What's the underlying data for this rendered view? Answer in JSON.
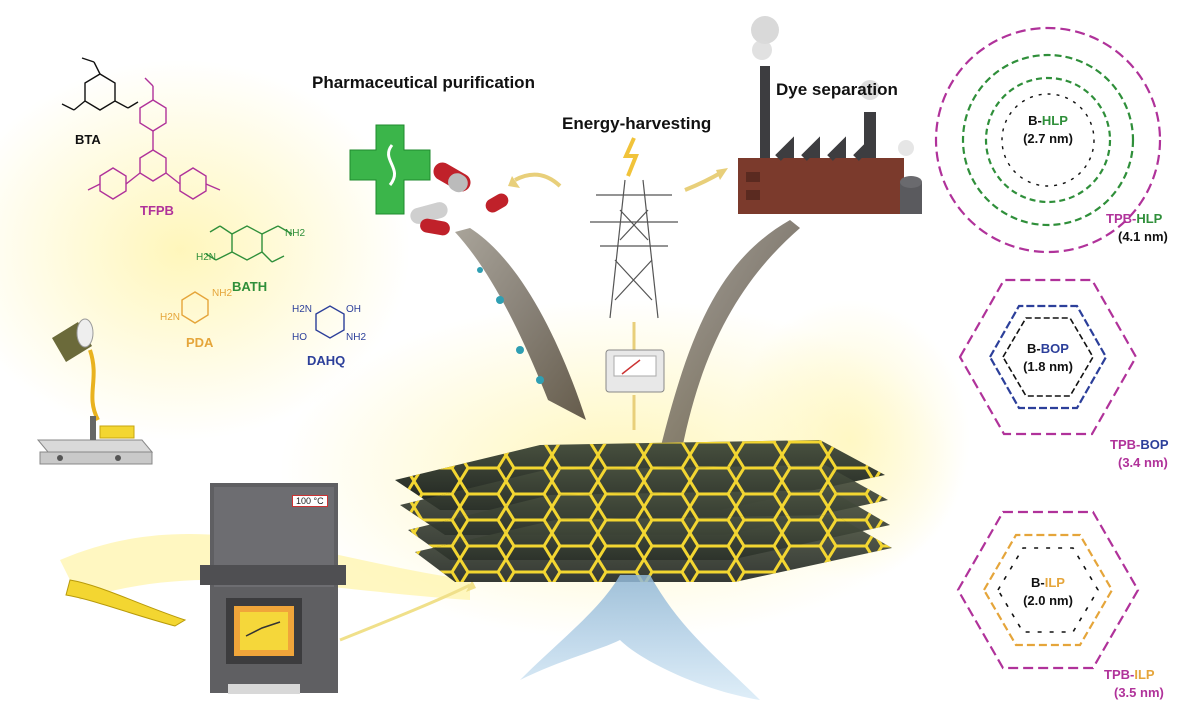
{
  "labels": {
    "pharma": "Pharmaceutical purification",
    "energy": "Energy-harvesting",
    "dye": "Dye separation"
  },
  "monomers": {
    "bta": "BTA",
    "tfpb": "TFPB",
    "bath": "BATH",
    "pda": "PDA",
    "dahq": "DAHQ",
    "nh2": "NH2",
    "h2n": "H2N",
    "oh": "OH",
    "ho": "HO"
  },
  "oven": {
    "temp": "100 °C"
  },
  "pores": {
    "hlp": {
      "inner_prefix": "B-",
      "inner_suffix": "HLP",
      "inner_size": "(2.7 nm)",
      "outer_prefix": "TPB-",
      "outer_suffix": "HLP",
      "outer_size": "(4.1 nm)"
    },
    "bop": {
      "inner_prefix": "B-",
      "inner_suffix": "BOP",
      "inner_size": "(1.8 nm)",
      "outer_prefix": "TPB-",
      "outer_suffix": "BOP",
      "outer_size": "(3.4 nm)"
    },
    "ilp": {
      "inner_prefix": "B-",
      "inner_suffix": "ILP",
      "inner_size": "(2.0 nm)",
      "outer_prefix": "TPB-",
      "outer_suffix": "ILP",
      "outer_size": "(3.5 nm)"
    }
  },
  "colors": {
    "magenta": "#b0329a",
    "green": "#2f8f3a",
    "blue": "#2c3f9a",
    "orange": "#e5a53a",
    "black": "#111111",
    "membrane_yellow": "#f3d631",
    "water": "#6aa9d8",
    "brick": "#7b3a2c"
  }
}
